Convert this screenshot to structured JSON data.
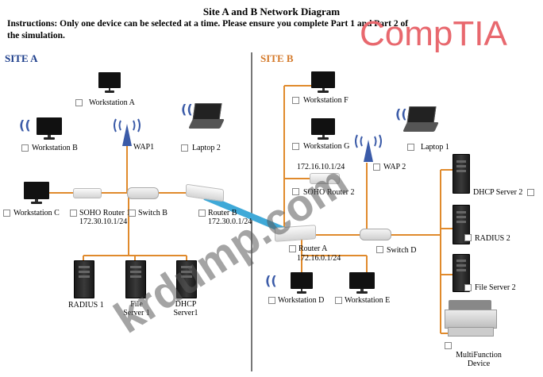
{
  "title": "Site A and B Network Diagram",
  "instructions": "Instructions: Only one device can be selected at a time. Please ensure you complete Part 1 and Part 2 of the simulation.",
  "logo": "CompTIA",
  "watermark": "krdump.com",
  "site_a": {
    "heading": "SITE A",
    "workstation_a": "Workstation A",
    "workstation_b": "Workstation B",
    "workstation_c": "Workstation C",
    "wap1": "WAP1",
    "laptop2": "Laptop 2",
    "soho_router1": "SOHO Router 1",
    "soho_router1_ip": "172.30.10.1/24",
    "switch_b": "Switch B",
    "router_b": "Router B",
    "router_b_ip": "172.30.0.1/24",
    "radius1": "RADIUS 1",
    "file_server1": "File Server 1",
    "dhcp_server1": "DHCP Server1"
  },
  "site_b": {
    "heading": "SITE B",
    "workstation_f": "Workstation F",
    "workstation_g": "Workstation G",
    "soho_router2_ip": "172.16.10.1/24",
    "soho_router2": "SOHO Router 2",
    "wap2": "WAP 2",
    "laptop1": "Laptop 1",
    "dhcp_server2": "DHCP Server 2",
    "radius2": "RADIUS 2",
    "file_server2": "File Server 2",
    "router_a": "Router A",
    "router_a_ip": "172.16.0.1/24",
    "switch_d": "Switch D",
    "workstation_d": "Workstation D",
    "workstation_e": "Workstation E",
    "mfd": "MultiFunction Device"
  },
  "colors": {
    "link": "#e08a2c",
    "wan": "#3fa9d8",
    "site_a": "#1b3c8a",
    "site_b": "#d47a2b",
    "logo": "#e8686e"
  },
  "icons": {
    "wireless": "wifi-signal-icon",
    "monitor": "monitor-icon",
    "laptop": "laptop-icon",
    "server": "server-tower-icon",
    "router": "router-icon",
    "switch": "switch-icon",
    "wap": "antenna-icon",
    "printer": "printer-icon"
  }
}
